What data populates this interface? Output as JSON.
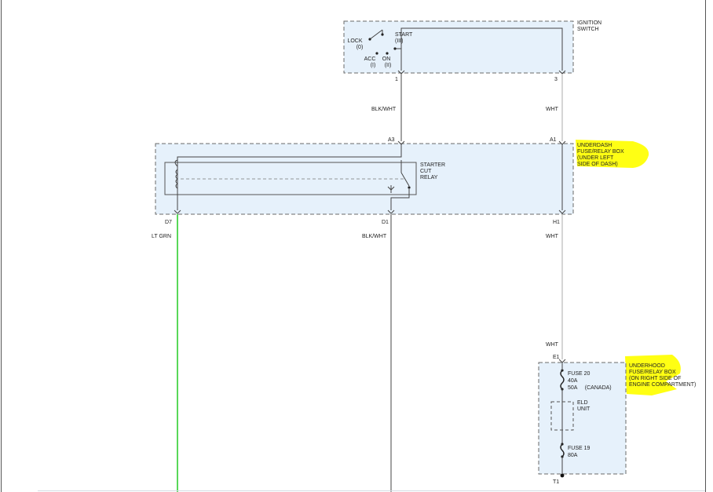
{
  "ignition_switch": {
    "title_lines": [
      "IGNITION",
      "SWITCH"
    ],
    "lock_lines": [
      "LOCK",
      "(0)"
    ],
    "start_lines": [
      "START",
      "(III)"
    ],
    "acc_lines": [
      "ACC",
      "(I)"
    ],
    "on_lines": [
      "ON",
      "(II)"
    ],
    "pin_left": "1",
    "pin_right": "3"
  },
  "wires": {
    "blk_wht_top": "BLK/WHT",
    "wht_top": "WHT",
    "lt_grn": "LT GRN",
    "blk_wht_mid": "BLK/WHT",
    "wht_mid": "WHT",
    "wht_low": "WHT"
  },
  "underdash_box": {
    "title_lines": [
      "UNDERDASH",
      "FUSE/RELAY BOX",
      "(UNDER LEFT",
      "SIDE OF DASH)"
    ],
    "relay_lines": [
      "STARTER",
      "CUT",
      "RELAY"
    ],
    "pin_a3": "A3",
    "pin_a1": "A1",
    "pin_d7": "D7",
    "pin_d1": "D1",
    "pin_h1": "H1"
  },
  "underhood_box": {
    "title_lines": [
      "UNDERHOOD",
      "FUSE/RELAY BOX",
      "(ON RIGHT SIDE OF",
      "ENGINE COMPARTMENT)"
    ],
    "fuse20_lines": [
      "FUSE 20",
      "40A",
      "50A     (CANADA)"
    ],
    "eld_lines": [
      "ELD",
      "UNIT"
    ],
    "fuse19_lines": [
      "FUSE 19",
      "80A"
    ],
    "pin_e1": "E1",
    "pin_t1": "T1"
  },
  "colors": {
    "box_fill": "#e6f1fb",
    "box_border": "#6a6a6a",
    "wire": "#444444",
    "wire_white": "#b9b9b9",
    "wire_green": "#22cc22",
    "highlight": "#ffff00"
  }
}
